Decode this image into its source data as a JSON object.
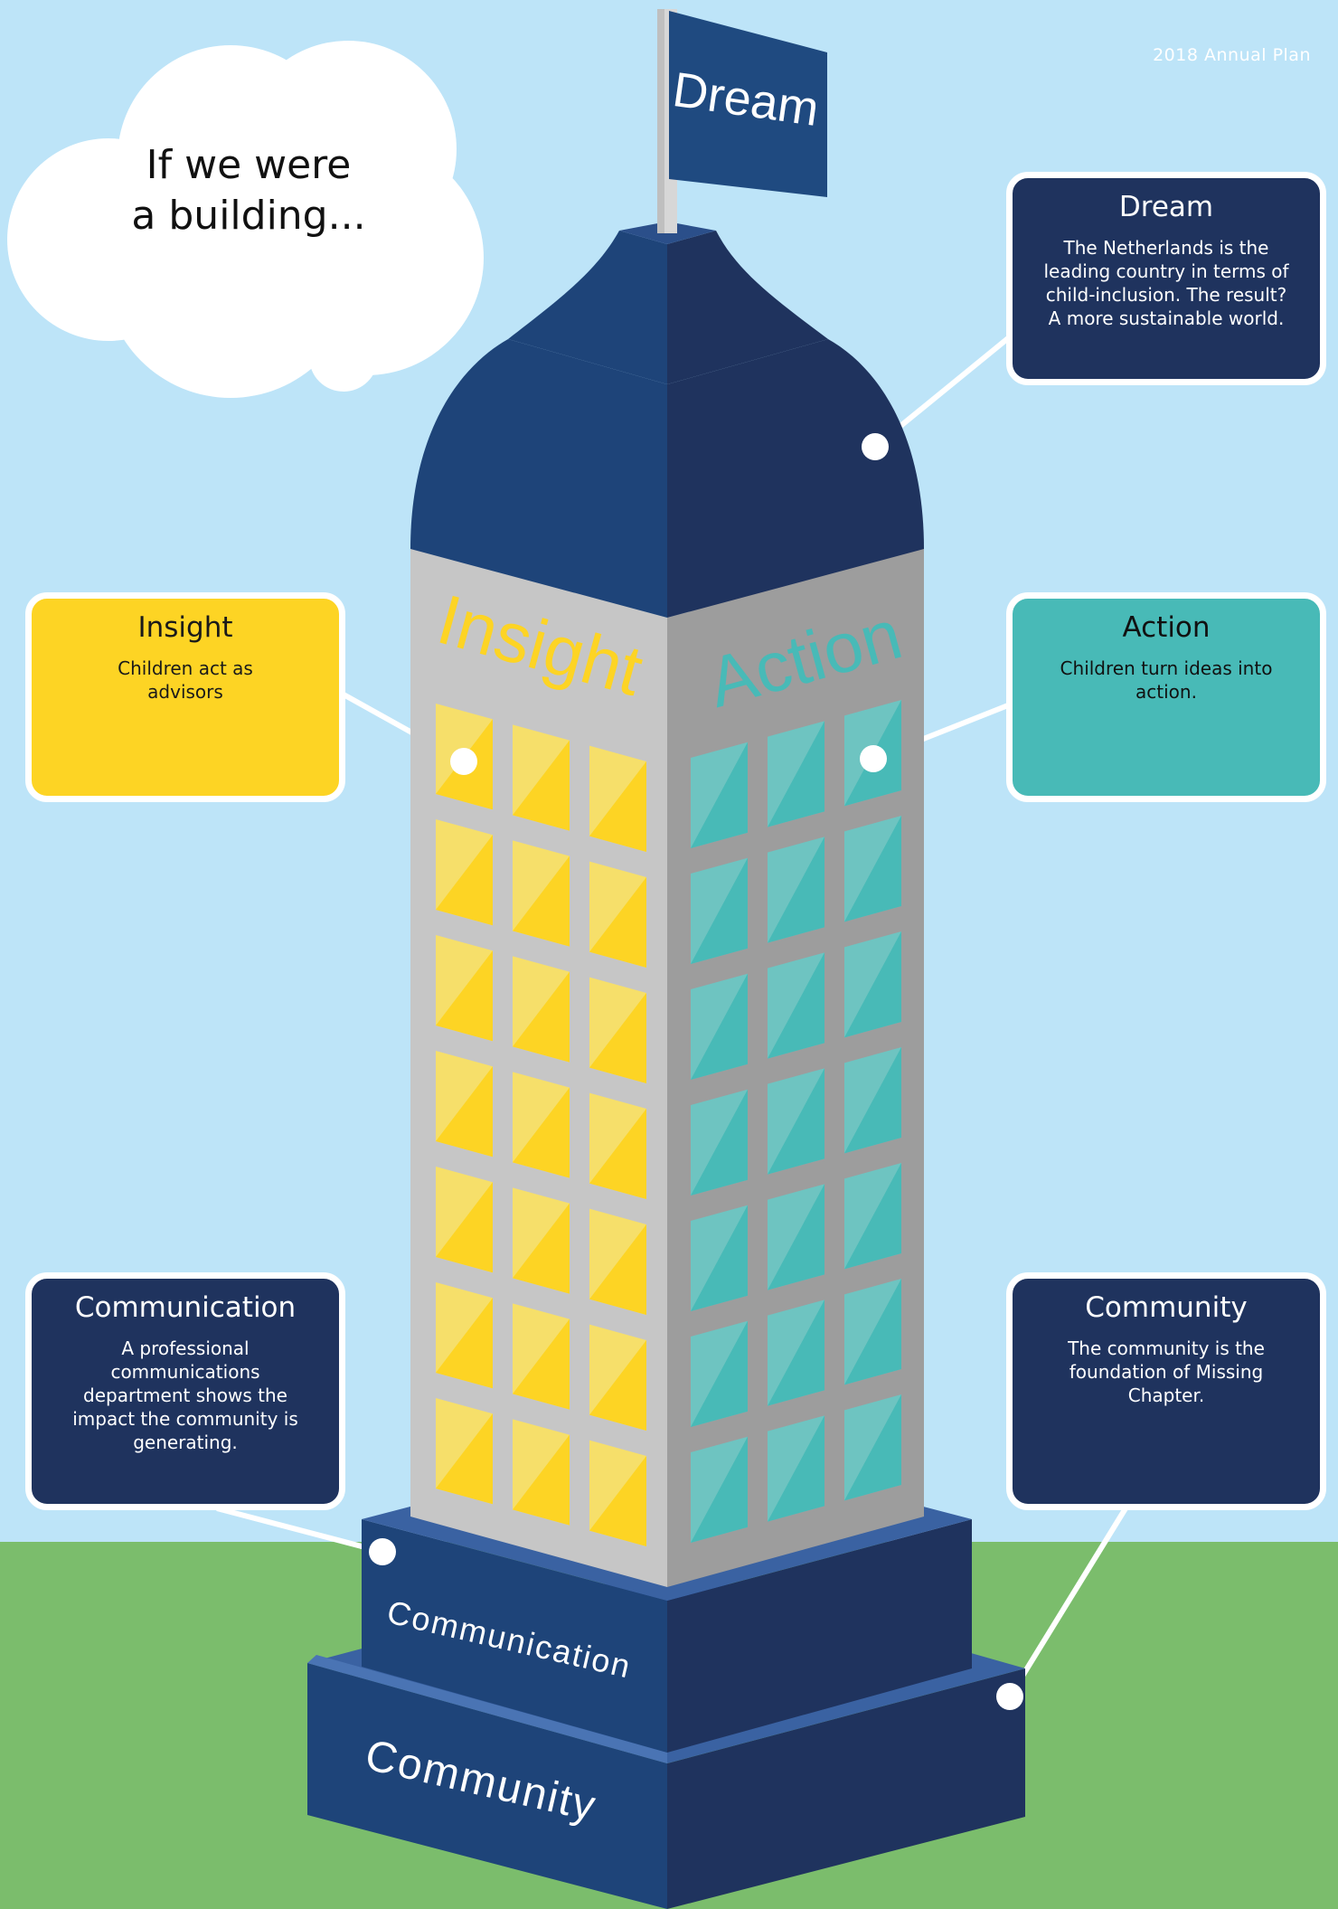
{
  "header": {
    "label": "2018 Annual Plan"
  },
  "cloud": {
    "text_line1": "If we were",
    "text_line2": "a building..."
  },
  "building": {
    "flag_text": "Dream",
    "left_face_text": "Insight",
    "right_face_text": "Action",
    "upper_base_text": "Communication",
    "lower_base_text": "Community"
  },
  "callouts": {
    "dream": {
      "title": "Dream",
      "body": "The Netherlands is the leading country in terms of child-inclusion. The result? A more sustainable world."
    },
    "insight": {
      "title": "Insight",
      "body": "Children act as advisors"
    },
    "action": {
      "title": "Action",
      "body": "Children turn ideas into action."
    },
    "communication": {
      "title": "Communication",
      "body": "A professional communications department shows the impact the community is generating."
    },
    "community": {
      "title": "Community",
      "body": "The community is the foundation of Missing Chapter."
    }
  },
  "colors": {
    "sky": "#bde4f8",
    "grass": "#7bbd6c",
    "navy": "#1f335e",
    "navy_light": "#1e4479",
    "yellow": "#fdd424",
    "teal": "#48bab7",
    "wall_left": "#c6c6c6",
    "wall_right": "#9d9d9d"
  }
}
